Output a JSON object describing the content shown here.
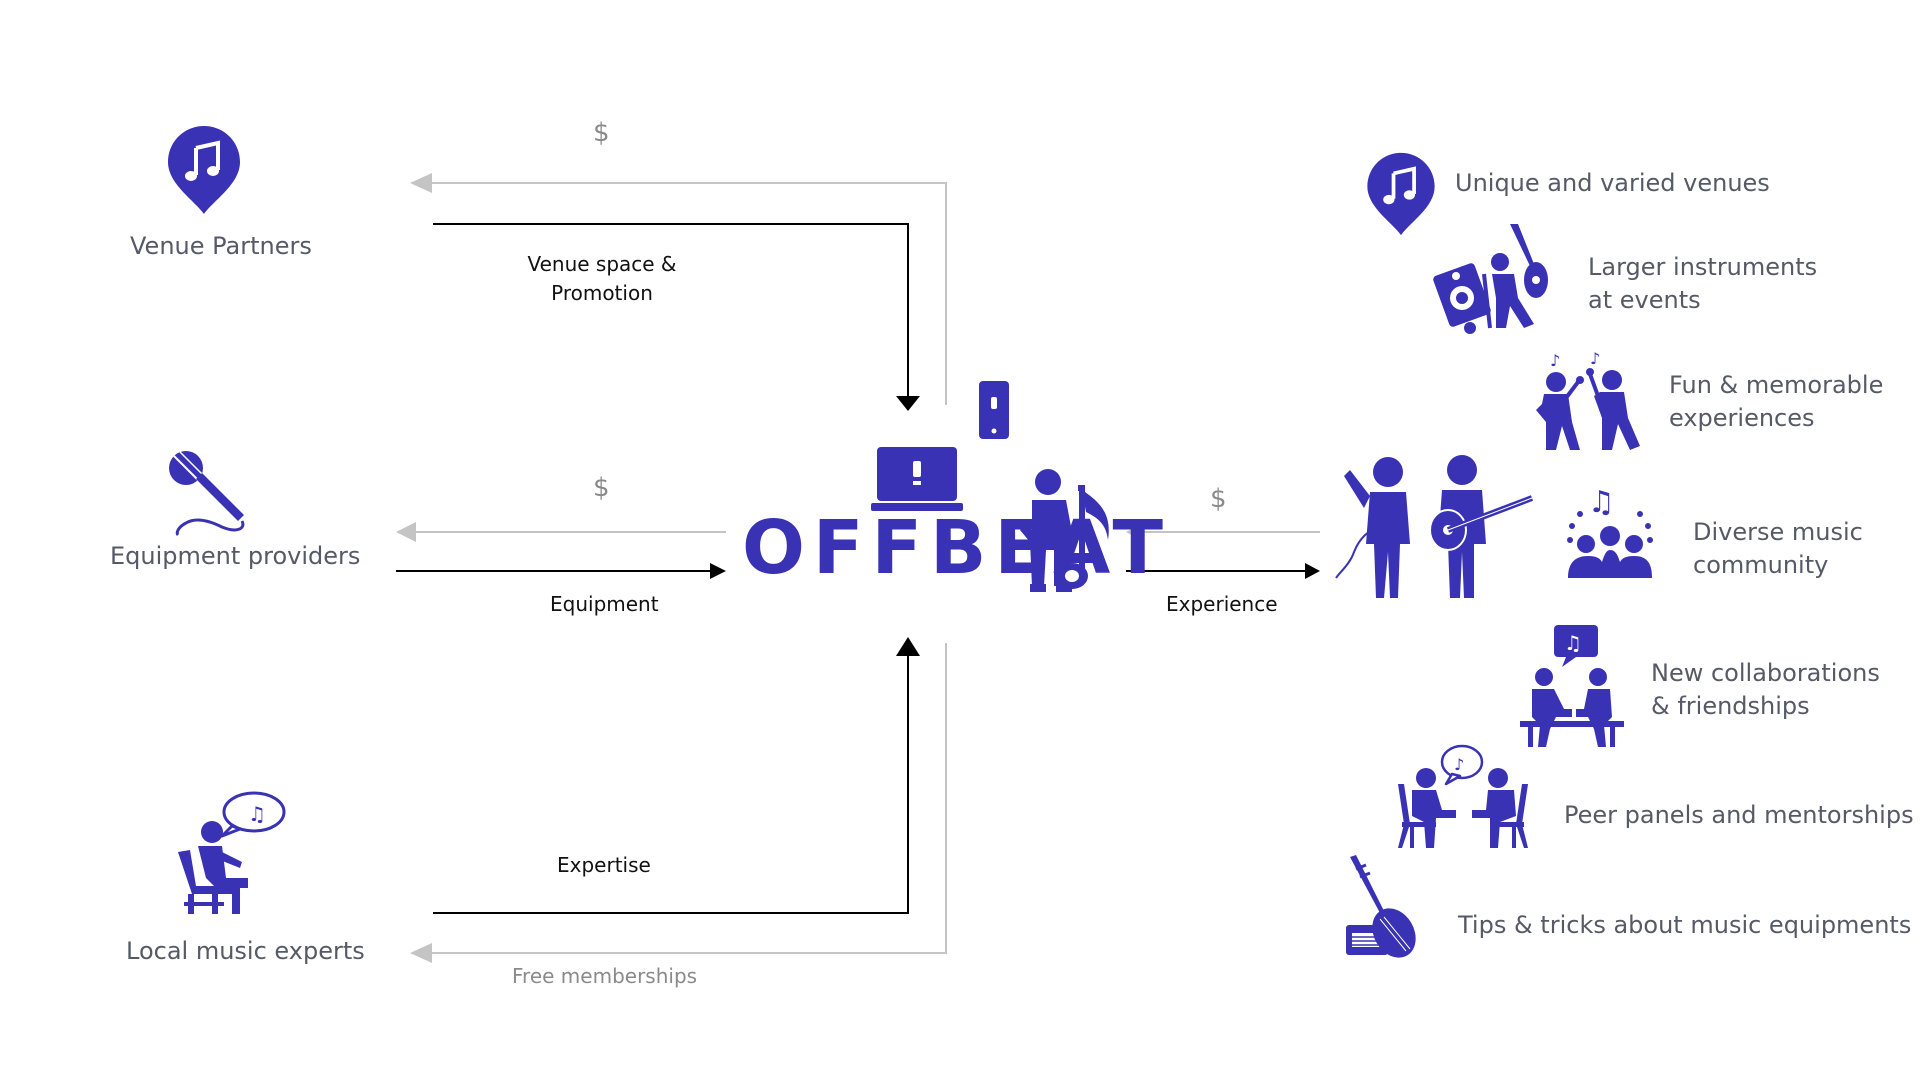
{
  "colors": {
    "brand": "#3a32b4",
    "arrow_dark": "#000000",
    "arrow_grey": "#c4c4c4",
    "label_text": "#555a66",
    "grey_text": "#8a8a8a"
  },
  "stakeholders": [
    {
      "label": "Venue Partners",
      "icon": "music-pin-icon"
    },
    {
      "label": "Equipment providers",
      "icon": "microphone-icon"
    },
    {
      "label": "Local music experts",
      "icon": "seated-expert-icon"
    }
  ],
  "flows": {
    "venue_in": "Venue space &\nPromotion",
    "venue_payment": "$",
    "equipment_in": "Equipment",
    "equipment_payment": "$",
    "expertise_in": "Expertise",
    "expert_return": "Free memberships",
    "experience_out": "Experience",
    "customer_payment": "$"
  },
  "logo": {
    "text": "OFFBEAT"
  },
  "benefits": [
    {
      "label": "Unique and varied venues",
      "icon": "music-pin-icon"
    },
    {
      "label": "Larger instruments\nat events",
      "icon": "instrument-mover-icon"
    },
    {
      "label": "Fun & memorable\nexperiences",
      "icon": "singers-icon"
    },
    {
      "label": "Diverse music\ncommunity",
      "icon": "community-icon"
    },
    {
      "label": "New collaborations\n& friendships",
      "icon": "collaboration-icon"
    },
    {
      "label": "Peer panels and mentorships",
      "icon": "panel-icon"
    },
    {
      "label": "Tips & tricks about music equipments",
      "icon": "pipa-amp-icon"
    }
  ]
}
